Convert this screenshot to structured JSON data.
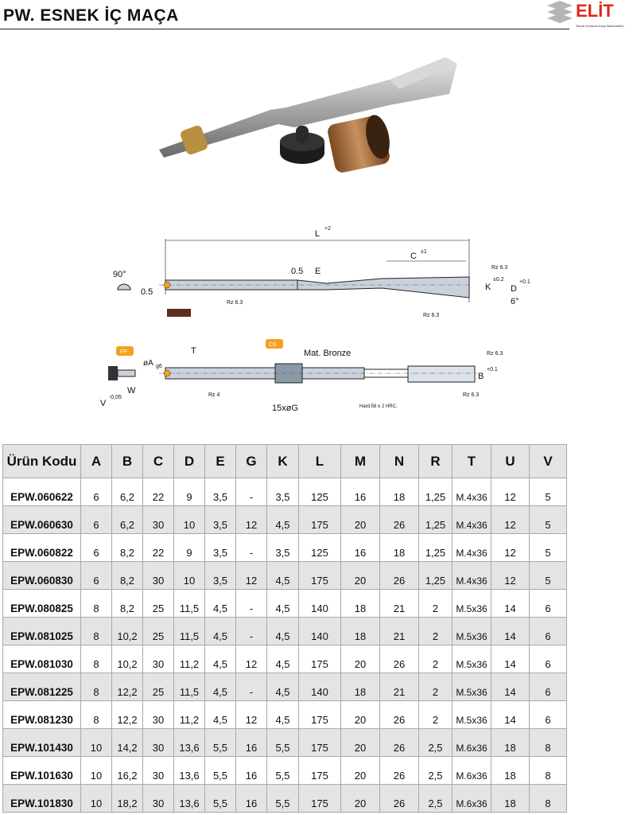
{
  "header": {
    "title": "PW. ESNEK İÇ MAÇA",
    "logo_text": "ELİT",
    "logo_subtitle": "Teknik Hırdavat Kalıp Malzemeleri",
    "brand_color": "#e1251b"
  },
  "diagram": {
    "L": "L",
    "L_tol": "+2",
    "C": "C",
    "C_tol": "±1",
    "angle90": "90°",
    "d05a": "0.5",
    "d05b": "0.5",
    "E": "E",
    "K": "K",
    "K_tol": "±0.2",
    "D": "D",
    "D_tol": "+0.1",
    "angle6": "6°",
    "rz1": "Rz 6.3",
    "rz2": "Rz 6.3",
    "rz3": "Rz 6.3",
    "rz4": "Rz 4",
    "rz5": "Rz 6.3",
    "rz6": "Rz 6.3",
    "fp": "FP",
    "cs": "CS",
    "T": "T",
    "A": "øA",
    "A_tol": "g6",
    "bronze": "Mat. Bronze",
    "G": "15xøG",
    "B": "B",
    "B_tol": "+0.1",
    "W": "W",
    "V": "V",
    "V_tol": "-0.05",
    "hard": "Hard.58 ± 2 HRC.",
    "orange": "#f5a11f"
  },
  "table": {
    "headers": [
      "Ürün Kodu",
      "A",
      "B",
      "C",
      "D",
      "E",
      "G",
      "K",
      "L",
      "M",
      "N",
      "R",
      "T",
      "U",
      "V"
    ],
    "rows": [
      [
        "EPW.060622",
        "6",
        "6,2",
        "22",
        "9",
        "3,5",
        "-",
        "3,5",
        "125",
        "16",
        "18",
        "1,25",
        "M.4x36",
        "12",
        "5"
      ],
      [
        "EPW.060630",
        "6",
        "6,2",
        "30",
        "10",
        "3,5",
        "12",
        "4,5",
        "175",
        "20",
        "26",
        "1,25",
        "M.4x36",
        "12",
        "5"
      ],
      [
        "EPW.060822",
        "6",
        "8,2",
        "22",
        "9",
        "3,5",
        "-",
        "3,5",
        "125",
        "16",
        "18",
        "1,25",
        "M.4x36",
        "12",
        "5"
      ],
      [
        "EPW.060830",
        "6",
        "8,2",
        "30",
        "10",
        "3,5",
        "12",
        "4,5",
        "175",
        "20",
        "26",
        "1,25",
        "M.4x36",
        "12",
        "5"
      ],
      [
        "EPW.080825",
        "8",
        "8,2",
        "25",
        "11,5",
        "4,5",
        "-",
        "4,5",
        "140",
        "18",
        "21",
        "2",
        "M.5x36",
        "14",
        "6"
      ],
      [
        "EPW.081025",
        "8",
        "10,2",
        "25",
        "11,5",
        "4,5",
        "-",
        "4,5",
        "140",
        "18",
        "21",
        "2",
        "M.5x36",
        "14",
        "6"
      ],
      [
        "EPW.081030",
        "8",
        "10,2",
        "30",
        "11,2",
        "4,5",
        "12",
        "4,5",
        "175",
        "20",
        "26",
        "2",
        "M.5x36",
        "14",
        "6"
      ],
      [
        "EPW.081225",
        "8",
        "12,2",
        "25",
        "11,5",
        "4,5",
        "-",
        "4,5",
        "140",
        "18",
        "21",
        "2",
        "M.5x36",
        "14",
        "6"
      ],
      [
        "EPW.081230",
        "8",
        "12,2",
        "30",
        "11,2",
        "4,5",
        "12",
        "4,5",
        "175",
        "20",
        "26",
        "2",
        "M.5x36",
        "14",
        "6"
      ],
      [
        "EPW.101430",
        "10",
        "14,2",
        "30",
        "13,6",
        "5,5",
        "16",
        "5,5",
        "175",
        "20",
        "26",
        "2,5",
        "M.6x36",
        "18",
        "8"
      ],
      [
        "EPW.101630",
        "10",
        "16,2",
        "30",
        "13,6",
        "5,5",
        "16",
        "5,5",
        "175",
        "20",
        "26",
        "2,5",
        "M.6x36",
        "18",
        "8"
      ],
      [
        "EPW.101830",
        "10",
        "18,2",
        "30",
        "13,6",
        "5,5",
        "16",
        "5,5",
        "175",
        "20",
        "26",
        "2,5",
        "M.6x36",
        "18",
        "8"
      ]
    ]
  }
}
